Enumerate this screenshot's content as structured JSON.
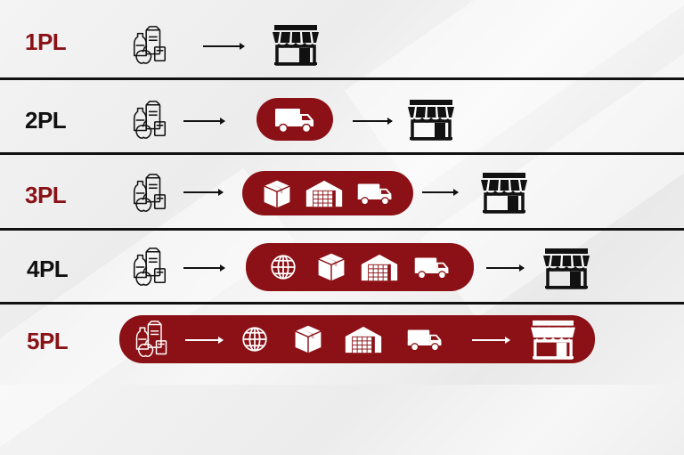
{
  "rows": [
    {
      "label": "1PL",
      "color": "#8a1217"
    },
    {
      "label": "2PL",
      "color": "#111111"
    },
    {
      "label": "3PL",
      "color": "#8a1217"
    },
    {
      "label": "4PL",
      "color": "#111111"
    },
    {
      "label": "5PL",
      "color": "#8a1217"
    }
  ],
  "icons": {
    "products": "products-icon",
    "store": "store-icon",
    "truck": "truck-icon",
    "box": "box-icon",
    "warehouse": "warehouse-icon",
    "globe": "globe-icon"
  },
  "accent_color": "#8b1116"
}
